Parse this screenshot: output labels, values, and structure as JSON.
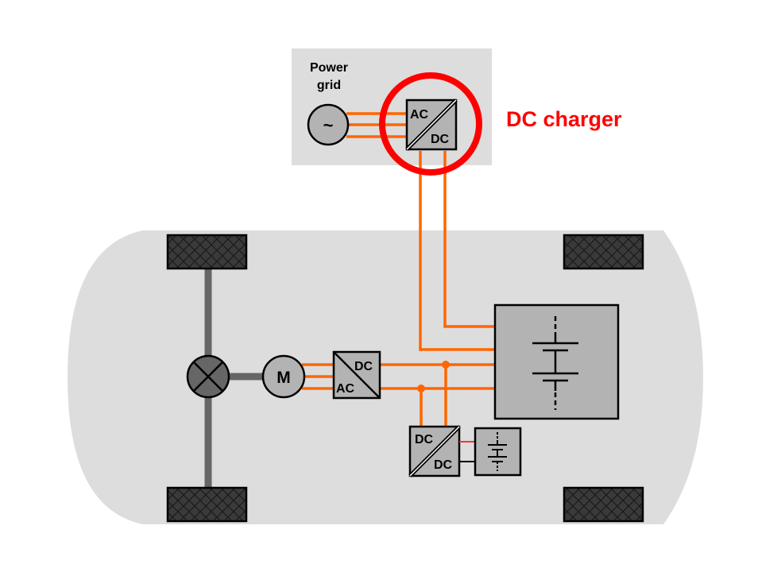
{
  "diagram": {
    "title": "Electric vehicle powertrain with DC charger",
    "colors": {
      "power_line": "#ff6600",
      "highlight": "#ff0000",
      "vehicle_body": "#dddddd",
      "grid_box": "#dddddd",
      "component_fill": "#b3b3b3",
      "wheel_fill": "#333333",
      "axle": "#666666",
      "lv_line_pos": "#ff3333",
      "lv_line_neg": "#000000"
    },
    "grid": {
      "label_line1": "Power",
      "label_line2": "grid",
      "source_symbol": "~"
    },
    "charger": {
      "input_label": "AC",
      "output_label": "DC",
      "callout": "DC charger"
    },
    "motor": {
      "label": "M"
    },
    "inverter": {
      "dc_label": "DC",
      "ac_label": "AC"
    },
    "dcdc": {
      "input_label": "DC",
      "output_label": "DC"
    },
    "hv_battery": {
      "name": "High-voltage battery"
    },
    "lv_battery": {
      "name": "Low-voltage battery"
    },
    "differential": {
      "name": "Differential"
    },
    "wheels": [
      "front-left",
      "front-right",
      "rear-left",
      "rear-right"
    ]
  }
}
